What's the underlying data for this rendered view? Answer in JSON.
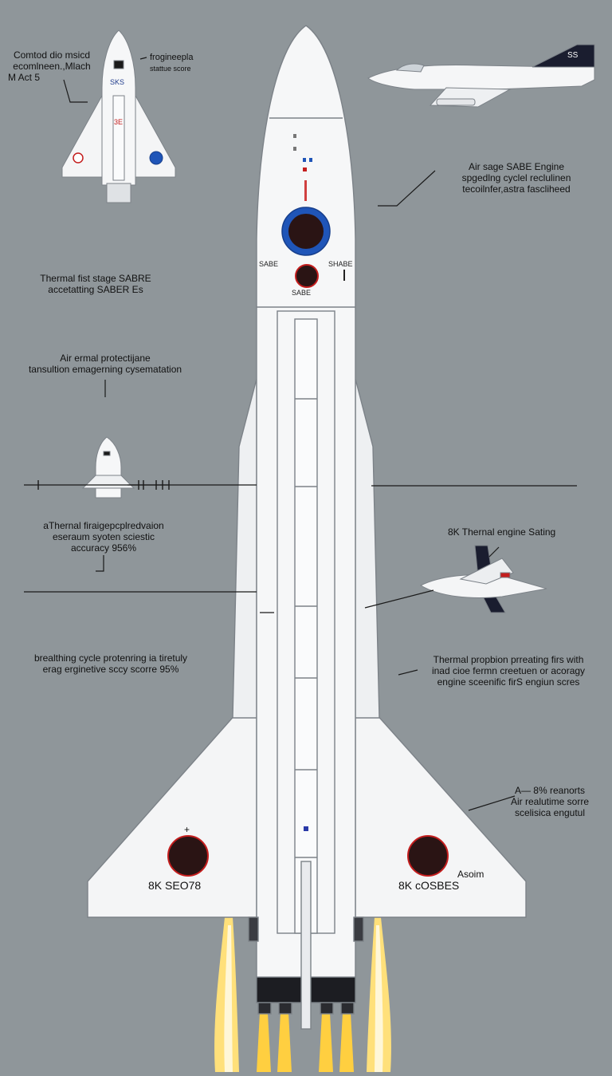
{
  "labels": {
    "top_left": [
      "Comtod dio msicd",
      "ecomlneen.,Mlach",
      "M Act 5"
    ],
    "top_left_right": [
      "frogineepla",
      "stattue score"
    ],
    "right_upper": [
      "Air sage SABE Engine",
      "spgedlng cyclel reclulinen",
      "tecoilnfer,astra fascliheed"
    ],
    "left_thermal": [
      "Thermal fist stage SABRE",
      "accetatting SABER Es"
    ],
    "left_air": [
      "Air ermal protectijane",
      "tansultion emagerning cysematation"
    ],
    "left_lower": [
      "aThernal firaigepcplredvaion",
      "eseraum syoten sciestic",
      "accuracy 956%"
    ],
    "right_mid": [
      "8K Thernal engine Sating"
    ],
    "left_bottom": [
      "brealthing cycle protenring ia tiretuly",
      "erag erginetive sccy scorre 95%"
    ],
    "right_lower": [
      "Thermal propbion prreating firs with",
      "inad cioe fermn creetuen or acoragy",
      "engine sceenific firS engiun scres"
    ],
    "right_bottom": [
      "A— 8% reanorts",
      "Air realutime sorre",
      "scelisica engutul"
    ]
  },
  "rocket": {
    "nose_label_left": "SABE",
    "nose_label_right": "SHABE",
    "nose_label_center": "SABE",
    "wing_left_text": "8K SEO78",
    "wing_right_text": "8K cOSBES",
    "wing_right_small": "Asoim"
  },
  "mini_shuttle": {
    "mark_text": "SKS",
    "mark_red": "3E"
  },
  "jet_top": {
    "tail_text": "SS"
  },
  "colors": {
    "background": "#8f969a",
    "hull": "#f4f5f6",
    "outline": "#7c8288",
    "badge_blue": "#1f55b8",
    "badge_red": "#c41e1e",
    "flame": "#ffcf40",
    "dark_tail": "#1a1d2f"
  }
}
